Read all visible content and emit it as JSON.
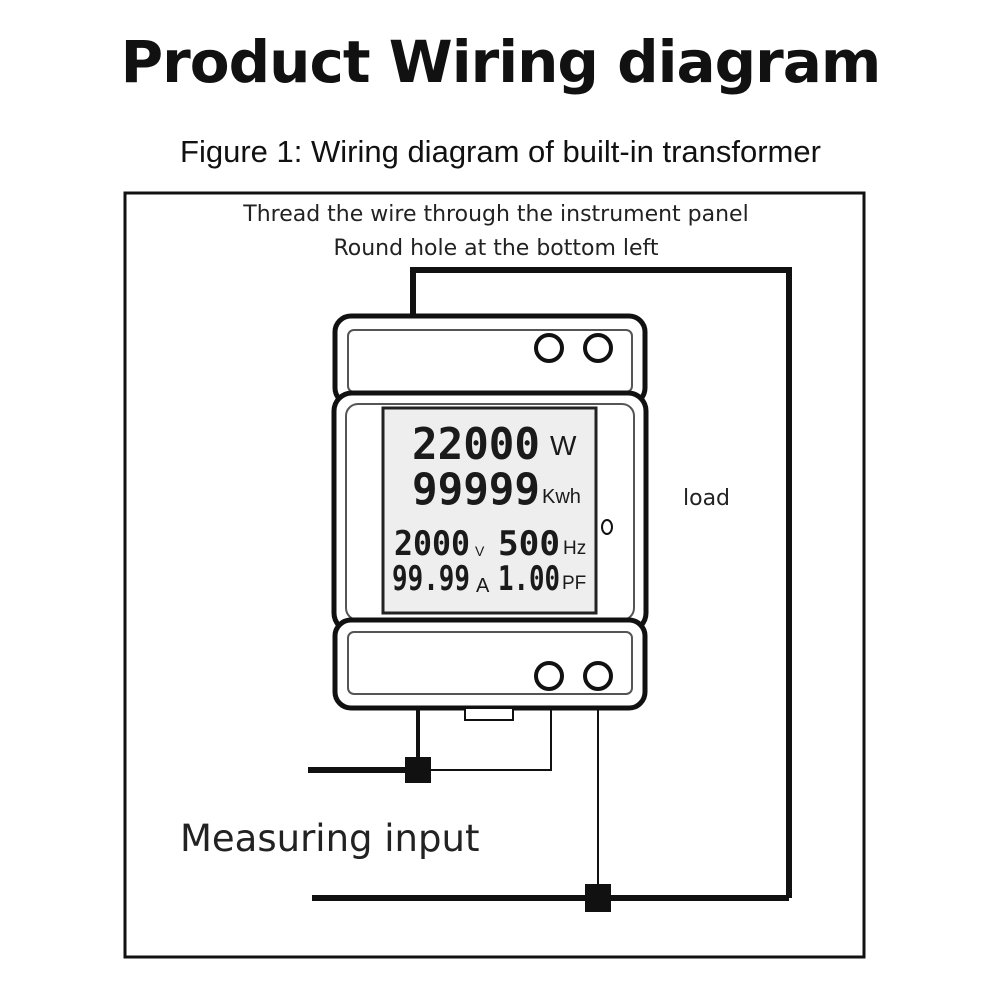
{
  "title": "Product Wiring diagram",
  "subtitle": "Figure 1: Wiring diagram of built-in transformer",
  "instructions": {
    "line1": "Thread the wire through the instrument panel",
    "line2": "Round hole at the bottom left"
  },
  "display": {
    "power": {
      "value": "22000",
      "unit": "W"
    },
    "energy": {
      "value": "99999",
      "unit": "Kwh"
    },
    "voltage": {
      "value": "2000",
      "unit": "V"
    },
    "frequency": {
      "value": "500",
      "unit": "Hz"
    },
    "current": {
      "value": "99.99",
      "unit": "A"
    },
    "power_factor": {
      "value": "1.00",
      "unit": "PF"
    }
  },
  "labels": {
    "load": "load",
    "measuring_input": "Measuring input"
  }
}
